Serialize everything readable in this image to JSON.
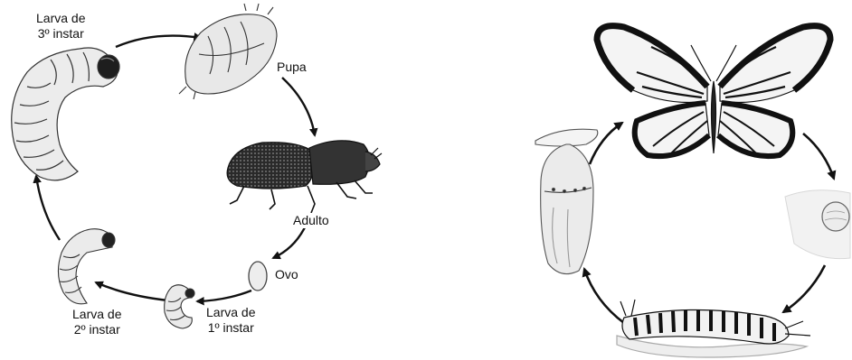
{
  "beetle_cycle": {
    "larva3": {
      "line1": "Larva de",
      "line2": "3º instar"
    },
    "pupa": "Pupa",
    "adult": "Adulto",
    "egg": "Ovo",
    "larva1": {
      "line1": "Larva de",
      "line2": "1º instar"
    },
    "larva2": {
      "line1": "Larva de",
      "line2": "2º instar"
    }
  },
  "butterfly_cycle": {
    "stages": [
      "butterfly",
      "egg-on-leaf",
      "caterpillar",
      "chrysalis"
    ]
  }
}
